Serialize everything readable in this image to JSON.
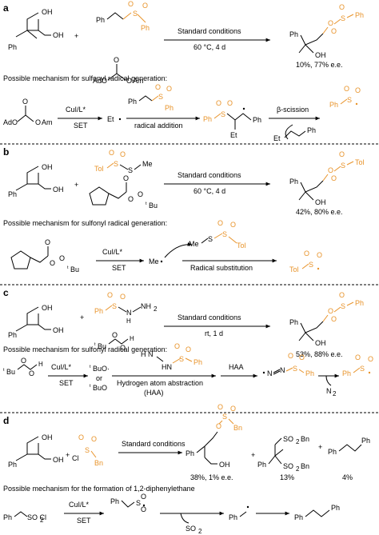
{
  "panels": {
    "a": {
      "letter": "a",
      "conditions": "Standard conditions",
      "temp_time": "60 °C, 4 d",
      "yield": "10%, 77% e.e.",
      "mech_title": "Possible mechanism for sulfonyl radical generation:",
      "reagent": "AdO",
      "reagent2": "O",
      "reagent3": "Am",
      "cat": "CuI/L*",
      "set": "SET",
      "et_rad": "Et",
      "step2": "radical addition",
      "step3": "β-scission",
      "ph": "Ph",
      "et": "Et"
    },
    "b": {
      "letter": "b",
      "conditions": "Standard conditions",
      "temp_time": "60 °C, 4 d",
      "yield": "42%, 80% e.e.",
      "mech_title": "Possible mechanism for sulfonyl radical generation:",
      "tol": "Tol",
      "me": "Me",
      "tbu": "Bu",
      "cat": "CuI/L*",
      "set": "SET",
      "step": "Radical substitution"
    },
    "c": {
      "letter": "c",
      "conditions": "Standard conditions",
      "temp_time": "rt, 1 d",
      "yield": "53%, 88% e.e.",
      "mech_title": "Possible mechanism for sulfonyl radical generation:",
      "cat": "CuI/L*",
      "set": "SET",
      "rad1": "BuO·",
      "or": "or",
      "rad2": "BuO",
      "haa_long": "Hydrogen atom abstraction",
      "haa_short": "(HAA)",
      "haa": "HAA",
      "n2": "N"
    },
    "d": {
      "letter": "d",
      "conditions": "Standard conditions",
      "yield1": "38%, 1% e.e.",
      "yield2": "13%",
      "yield3": "4%",
      "mech_title": "Possible mechanism for the formation of 1,2-diphenylethane",
      "cat": "CuI/L*",
      "set": "SET",
      "so2": "SO",
      "so2cl": "SO Cl",
      "bn": "Bn",
      "cl": "Cl"
    },
    "common": {
      "oh": "OH",
      "ph": "Ph",
      "o": "O",
      "s": "S",
      "plus": "+",
      "nh2": "NH",
      "hn": "HN",
      "h2n": "H N",
      "tol": "Tol"
    }
  },
  "colors": {
    "accent": "#e8932a",
    "ink": "#000000"
  }
}
